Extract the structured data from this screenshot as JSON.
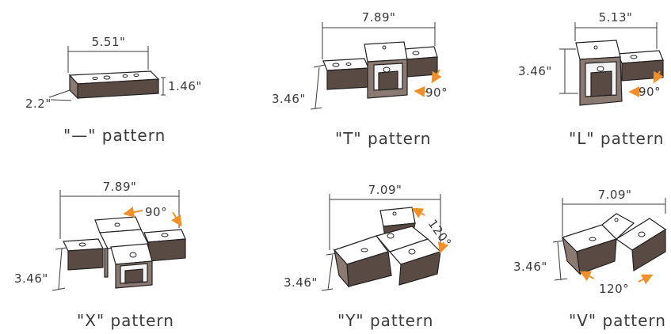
{
  "patterns": [
    {
      "caption": "\"—\" pattern",
      "width": "5.51\"",
      "height": "1.46\"",
      "depth": "2.2\""
    },
    {
      "caption": "\"T\" pattern",
      "width": "7.89\"",
      "height": "3.46\"",
      "angle": "90°"
    },
    {
      "caption": "\"L\" pattern",
      "width": "5.13\"",
      "height": "3.46\"",
      "angle": "90°"
    },
    {
      "caption": "\"X\" pattern",
      "width": "7.89\"",
      "height": "3.46\"",
      "angle": "90°"
    },
    {
      "caption": "\"Y\" pattern",
      "width": "7.09\"",
      "height": "3.46\"",
      "angle": "120°"
    },
    {
      "caption": "\"V\" pattern",
      "width": "7.09\"",
      "height": "3.46\"",
      "angle": "120°"
    }
  ],
  "colors": {
    "accent_arrow": "#f0902a",
    "connector_dark": "#5a4a44"
  }
}
